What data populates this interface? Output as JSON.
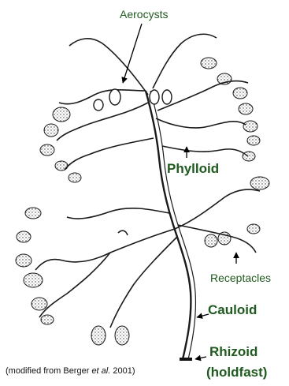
{
  "labels": {
    "aerocysts": "Aerocysts",
    "phylloid": "Phylloid",
    "receptacles": "Receptacles",
    "cauloid": "Cauloid",
    "rhizoid": "Rhizoid",
    "holdfast": "(holdfast)"
  },
  "credit": {
    "pre": "(modified from Berger ",
    "italic": "et al.",
    "post": " 2001)"
  },
  "colors": {
    "label_text": "#1f5a1f",
    "line_art": "#1a1a1a",
    "arrows": "#000000"
  }
}
